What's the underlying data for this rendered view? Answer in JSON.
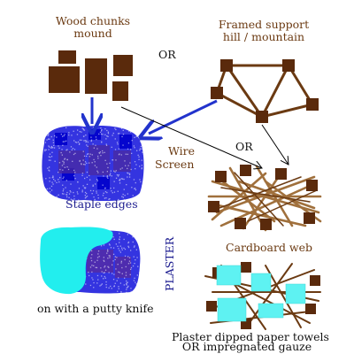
{
  "labels": {
    "wood_chunks": "Wood chunks",
    "mound": "mound",
    "framed_support": "Framed support",
    "hill_mountain": "hill / mountain",
    "or_top": "OR",
    "or_middle": "OR",
    "wire": "Wire",
    "screen": "Screen",
    "staple_edges": "Staple edges",
    "cardboard_web": "Cardboard web",
    "plaster": "PLASTER",
    "putty_knife": "on with a putty knife",
    "paper_towels": "Plaster dipped paper towels",
    "gauze": "OR impregnated gauze"
  },
  "colors": {
    "wood": "#5a2a0c",
    "frame": "#6b3a12",
    "strip": "#a0703c",
    "screen": "#2222dd",
    "plaster": "#22eeee",
    "arrow_blue": "#2233cc",
    "arrow_black": "#000000",
    "text_brown": "#6b3a12",
    "text_navy": "#1b1b8f"
  }
}
